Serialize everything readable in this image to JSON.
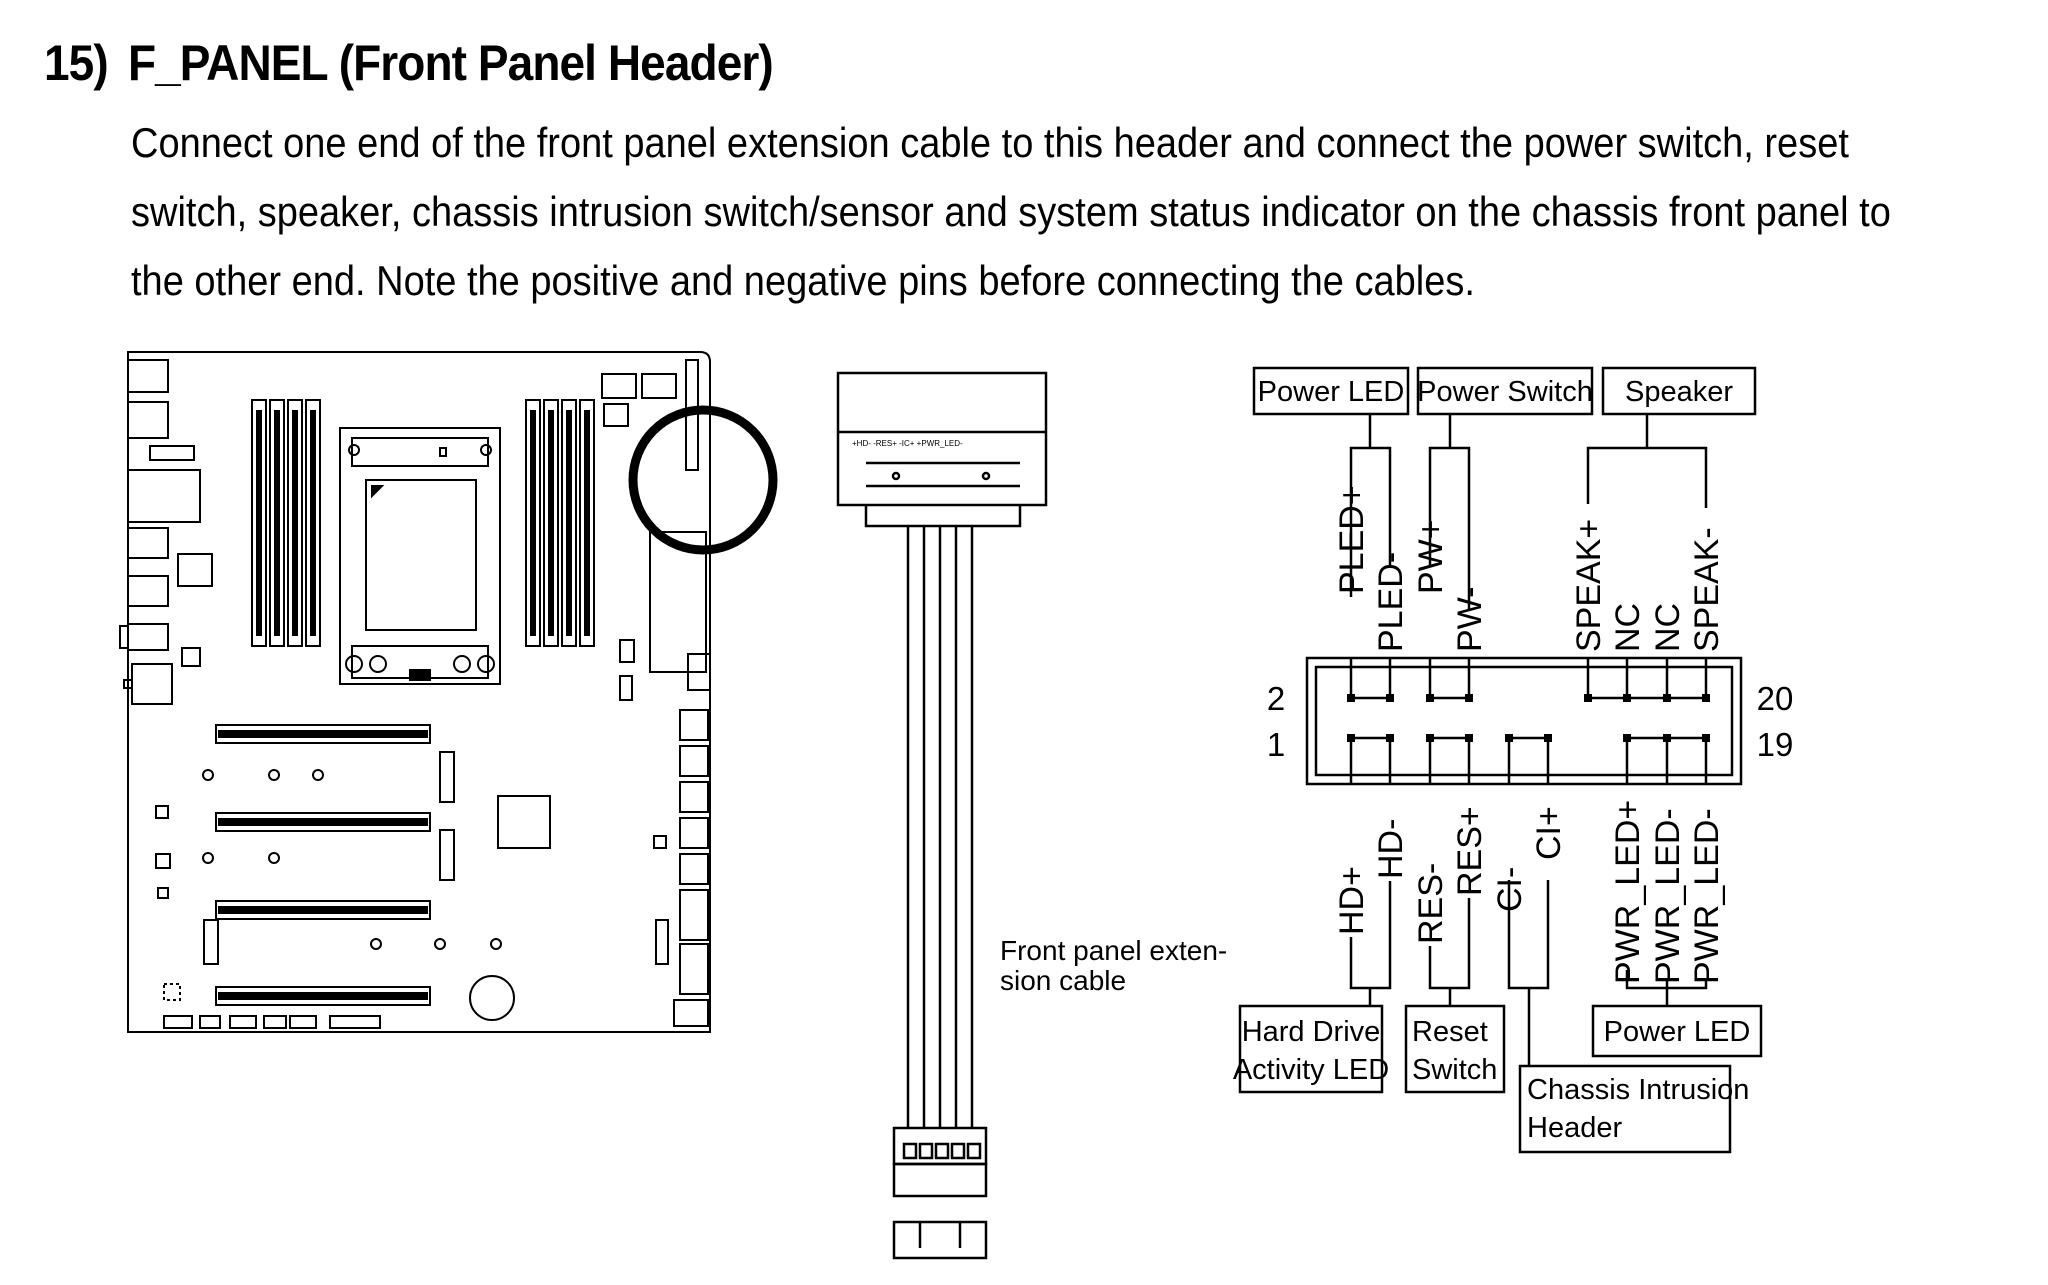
{
  "section": {
    "number": "15)",
    "title": "F_PANEL (Front Panel Header)",
    "description": [
      "Connect one end of the front panel extension cable to this header and connect the power switch, reset",
      "switch, speaker, chassis intrusion switch/sensor and system status indicator on the chassis front panel to",
      "the other end. Note the positive and negative pins before connecting the cables."
    ]
  },
  "cable": {
    "label_lines": [
      "Front panel exten-",
      "sion cable"
    ],
    "connector_text": "+HD- -RES+ -IC+ +PWR_LED-"
  },
  "header": {
    "pin_numbers": {
      "top_left": "2",
      "bottom_left": "1",
      "top_right": "20",
      "bottom_right": "19"
    },
    "top_pins": [
      "PLED+",
      "PLED-",
      "PW+",
      "PW-",
      "SPEAK+",
      "NC",
      "NC",
      "SPEAK-"
    ],
    "bottom_pins": [
      "HD+",
      "HD-",
      "RES-",
      "RES+",
      "CI-",
      "CI+",
      "PWR_LED+",
      "PWR_LED-",
      "PWR_LED-"
    ],
    "top_groups": [
      "Power LED",
      "Power Switch",
      "Speaker"
    ],
    "bottom_groups": {
      "hdd": [
        "Hard Drive",
        "Activity LED"
      ],
      "reset": [
        "Reset",
        "Switch"
      ],
      "chassis": [
        "Chassis Intrusion",
        "Header"
      ],
      "power_led": "Power LED"
    }
  }
}
